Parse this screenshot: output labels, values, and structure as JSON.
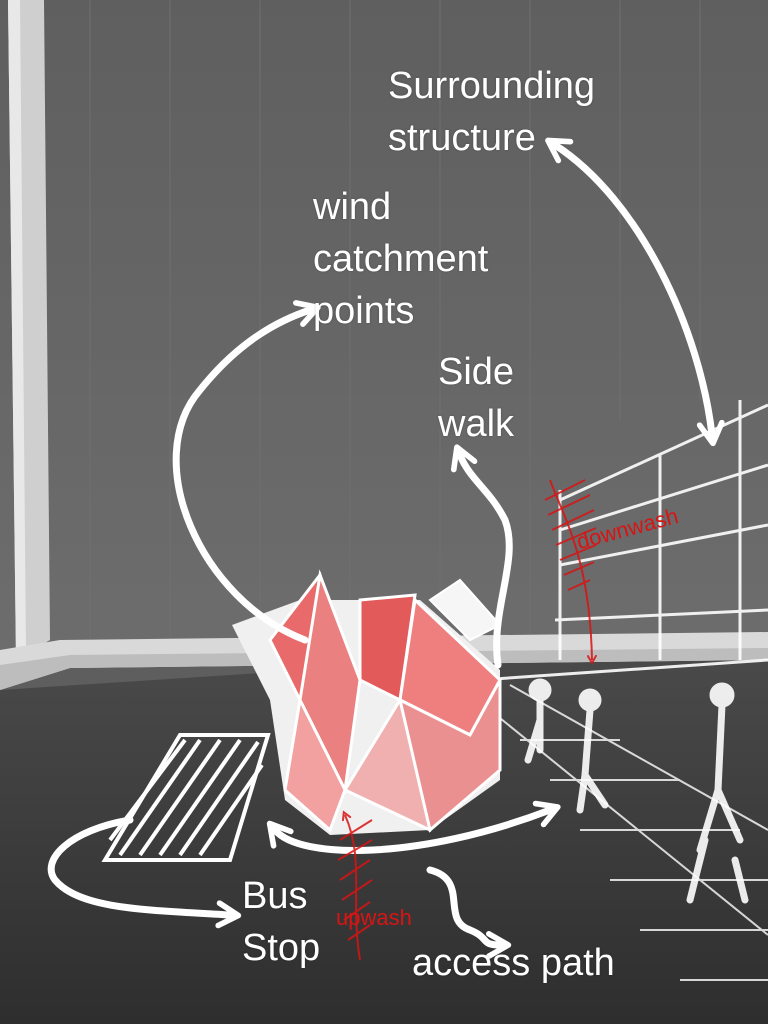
{
  "labels": {
    "surrounding": [
      "Surrounding",
      "structure"
    ],
    "wind": [
      "wind",
      "catchment",
      "points"
    ],
    "sidewalk": [
      "Side",
      "walk"
    ],
    "busstop": [
      "Bus",
      "Stop"
    ],
    "access": "access path",
    "downwash": "downwash",
    "upwash": "upwash"
  },
  "colors": {
    "annotation": "#ffffff",
    "flow": "#d81414",
    "sculpture_fill": "#e86a6a",
    "background_wall": "#6a6a6a",
    "ground": "#3a3a3a"
  }
}
